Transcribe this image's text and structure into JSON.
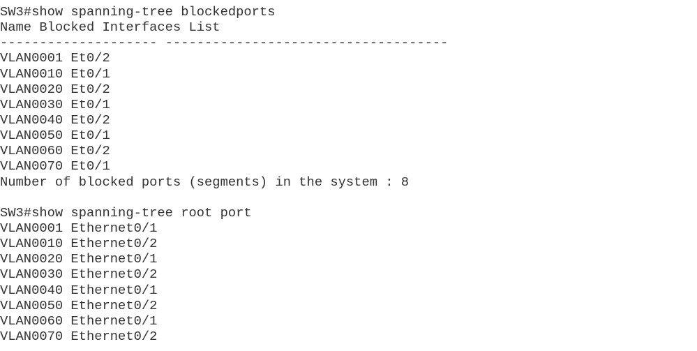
{
  "blocked": {
    "command": "SW3#show spanning-tree blockedports",
    "header": "Name Blocked Interfaces List",
    "separator": "-------------------- ------------------------------------",
    "rows": [
      "VLAN0001 Et0/2",
      "VLAN0010 Et0/1",
      "VLAN0020 Et0/2",
      "VLAN0030 Et0/1",
      "VLAN0040 Et0/2",
      "VLAN0050 Et0/1",
      "VLAN0060 Et0/2",
      "VLAN0070 Et0/1"
    ],
    "summary": "Number of blocked ports (segments) in the system : 8"
  },
  "root": {
    "command": "SW3#show spanning-tree root port",
    "rows": [
      "VLAN0001 Ethernet0/1",
      "VLAN0010 Ethernet0/2",
      "VLAN0020 Ethernet0/1",
      "VLAN0030 Ethernet0/2",
      "VLAN0040 Ethernet0/1",
      "VLAN0050 Ethernet0/2",
      "VLAN0060 Ethernet0/1",
      "VLAN0070 Ethernet0/2"
    ]
  }
}
